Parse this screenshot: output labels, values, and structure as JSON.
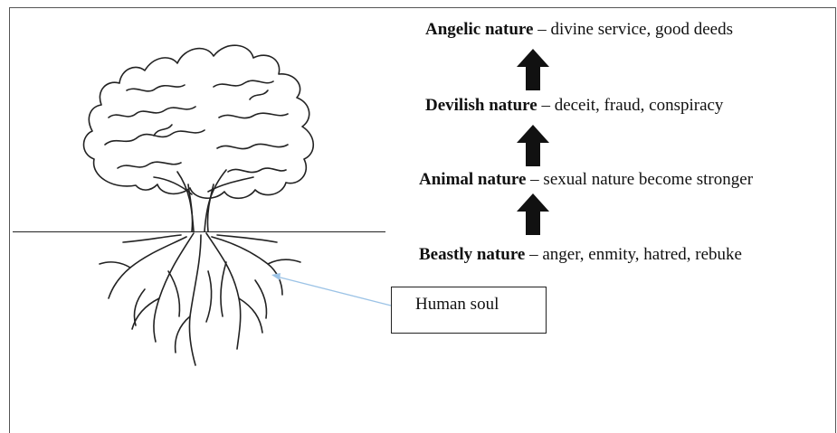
{
  "natures": [
    {
      "name": "Angelic nature",
      "description": "– divine service, good deeds"
    },
    {
      "name": "Devilish nature",
      "description": "– deceit, fraud, conspiracy"
    },
    {
      "name": "Animal nature",
      "description": "– sexual nature become stronger"
    },
    {
      "name": "Beastly nature",
      "description": "– anger, enmity, hatred, rebuke"
    }
  ],
  "soul_label": "Human soul",
  "colors": {
    "arrow": "#111111",
    "pointer_line": "#9cc3e6",
    "border": "#555555"
  },
  "icons": {
    "upward_arrow": "up-arrow-icon",
    "tree": "tree-illustration"
  }
}
